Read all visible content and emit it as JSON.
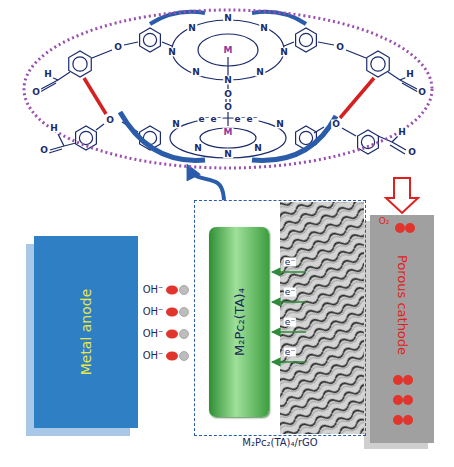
{
  "diagram": {
    "nodes": [
      {
        "text": [
          "N",
          "N",
          "N",
          "O",
          "M",
          "O",
          "N",
          "N",
          "N",
          "N",
          "H",
          "H",
          "N",
          "O",
          "O",
          "O",
          "O",
          "e⁻",
          "e⁻",
          "e⁻",
          "e⁻",
          "O",
          "N",
          "N",
          "O",
          "H",
          "M",
          "H",
          "N",
          "N",
          "O",
          "O",
          "N"
        ]
      },
      {
        "text": [
          "Metal anode"
        ]
      },
      {
        "text": [
          "M₂Pc₂(TA)₄/rGO"
        ]
      },
      {
        "text": [
          "M₂Pc₂(TA)₄"
        ],
        "in": 2
      },
      {
        "text": [
          "Porous cathode"
        ]
      }
    ],
    "edges": [
      {
        "from": 2,
        "to": 0,
        "arrow": "to"
      }
    ],
    "labels": [
      "OH⁻",
      "OH⁻",
      "OH⁻",
      "OH⁻",
      "e⁻",
      "e⁻",
      "e⁻",
      "e⁻",
      "O₂"
    ]
  }
}
